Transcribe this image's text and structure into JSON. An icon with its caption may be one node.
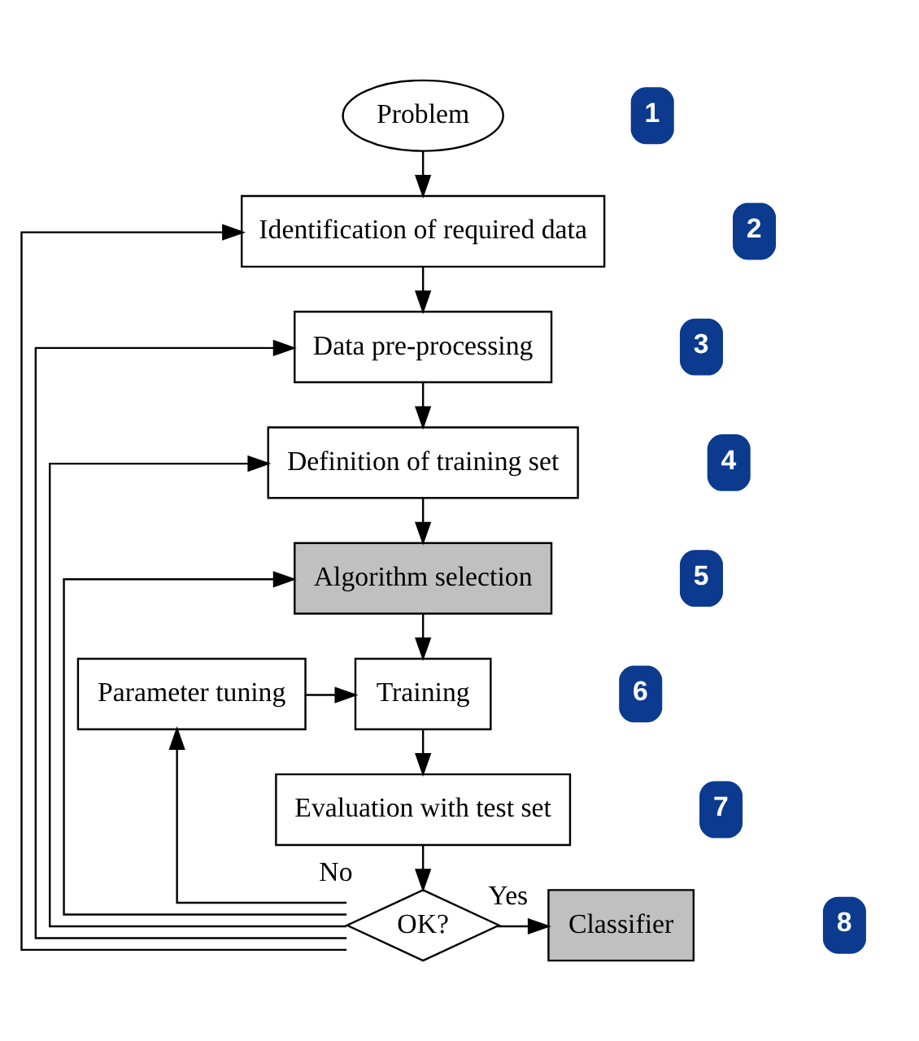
{
  "diagram": {
    "nodes": [
      {
        "text": [
          "Problem"
        ]
      },
      {
        "text": [
          "Identification of required data"
        ]
      },
      {
        "text": [
          "Data pre-processing"
        ]
      },
      {
        "text": [
          "Definition of training set"
        ]
      },
      {
        "text": [
          "Algorithm selection"
        ]
      },
      {
        "text": [
          "Parameter tuning"
        ]
      },
      {
        "text": [
          "Training"
        ]
      },
      {
        "text": [
          "Evaluation with test set"
        ]
      },
      {
        "text": [
          "OK?"
        ]
      },
      {
        "text": [
          "Classifier"
        ]
      }
    ],
    "edges": [
      {
        "from": 0,
        "to": 1,
        "arrow": "to"
      },
      {
        "from": 1,
        "to": 2,
        "arrow": "to"
      },
      {
        "from": 2,
        "to": 3,
        "arrow": "to"
      },
      {
        "from": 3,
        "to": 4,
        "arrow": "to"
      },
      {
        "from": 4,
        "to": 6,
        "arrow": "to"
      },
      {
        "from": 5,
        "to": 6,
        "arrow": "to"
      },
      {
        "from": 6,
        "to": 7,
        "arrow": "to"
      },
      {
        "from": 7,
        "to": 8,
        "arrow": "to"
      },
      {
        "from": 8,
        "to": 9,
        "arrow": "to",
        "label": "Yes"
      },
      {
        "from": 8,
        "to": 5,
        "arrow": "to",
        "label": "No"
      },
      {
        "from": 8,
        "to": 4,
        "arrow": "to"
      },
      {
        "from": 8,
        "to": 3,
        "arrow": "to"
      },
      {
        "from": 8,
        "to": 2,
        "arrow": "to"
      },
      {
        "from": 8,
        "to": 1,
        "arrow": "to"
      }
    ],
    "labels": [
      "1",
      "2",
      "3",
      "4",
      "5",
      "6",
      "7",
      "8"
    ]
  }
}
